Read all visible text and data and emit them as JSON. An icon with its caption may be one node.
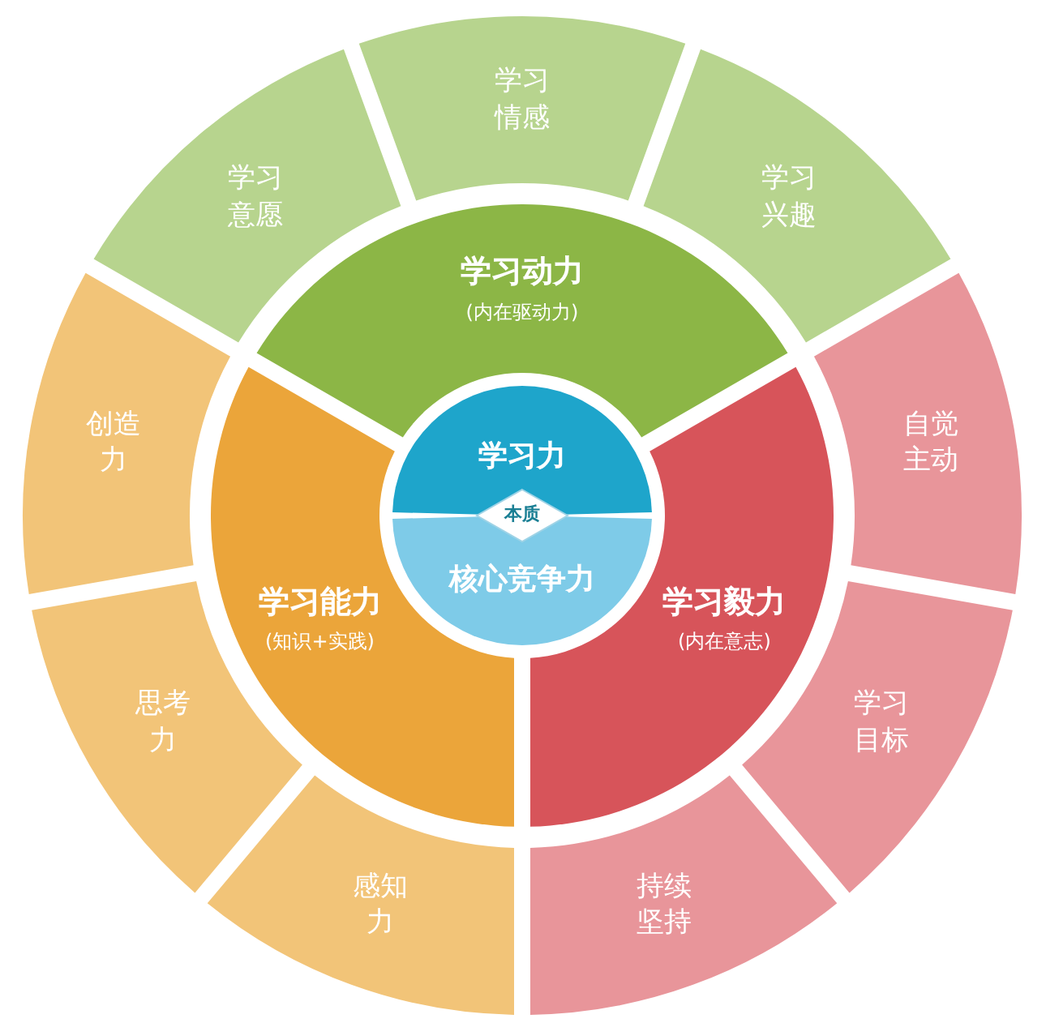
{
  "diagram": {
    "nodes": [
      {
        "text": [
          "学习意愿"
        ]
      },
      {
        "text": [
          "学习情感"
        ]
      },
      {
        "text": [
          "学习兴趣"
        ]
      },
      {
        "text": [
          "学习动力",
          "(内在驱动力)"
        ]
      },
      {
        "text": [
          "创造力"
        ]
      },
      {
        "text": [
          "自觉主动"
        ]
      },
      {
        "text": [
          "学习力"
        ]
      },
      {
        "text": [
          "本质"
        ]
      },
      {
        "text": [
          "核心竞争力"
        ]
      },
      {
        "text": [
          "学习能力",
          "(知识+实践)"
        ]
      },
      {
        "text": [
          "学习毅力",
          "(内在意志)"
        ]
      },
      {
        "text": [
          "思考力"
        ]
      },
      {
        "text": [
          "学习目标"
        ]
      },
      {
        "text": [
          "感知力"
        ]
      },
      {
        "text": [
          "持续坚持"
        ]
      }
    ]
  }
}
